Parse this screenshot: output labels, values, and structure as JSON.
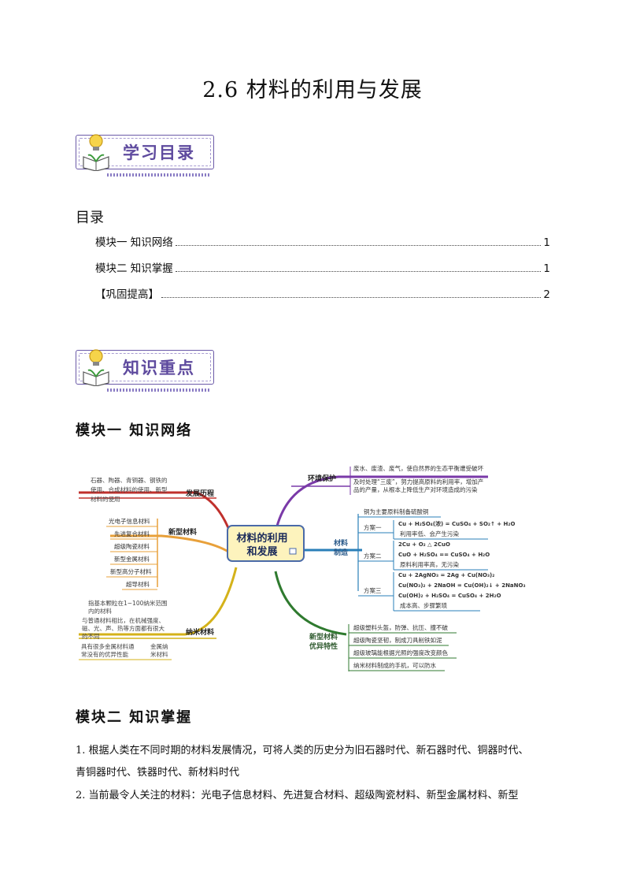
{
  "title": "2.6  材料的利用与发展",
  "banner_toc": "学习目录",
  "toc": {
    "heading": "目录",
    "items": [
      {
        "label": "模块一  知识网络",
        "page": "1"
      },
      {
        "label": "模块二  知识掌握",
        "page": "1"
      },
      {
        "label": "【巩固提高】",
        "page": "2"
      }
    ]
  },
  "banner_key": "知识重点",
  "module1": "模块一  知识网络",
  "mindmap": {
    "center": [
      "材料的利用",
      "和发展"
    ],
    "history": {
      "label": "发展历程",
      "text": [
        "石器、陶器、青铜器、钢铁的",
        "使用、合成材料的使用、新型",
        "材料的使用"
      ]
    },
    "new_materials": {
      "label": "新型材料",
      "items": [
        "光电子信息材料",
        "先进复合材料",
        "超级陶瓷材料",
        "新型金属材料",
        "新型高分子材料",
        "超导材料"
      ]
    },
    "nano": {
      "label": "纳米材料",
      "def": [
        "指基本颗粒在1~100纳米范围",
        "内的材料"
      ],
      "compare": [
        "与普通材料相比，在机械强度、",
        "磁、光、声、热等方面都有很大",
        "的不同"
      ],
      "metal_text": [
        "具有很多金属材料通",
        "常没有的优异性能"
      ],
      "metal_label": [
        "金属纳",
        "米材料"
      ]
    },
    "env": {
      "label": "环境保护",
      "items": [
        "废水、废渣、废气，使自然界的生态平衡遭受破坏",
        "及时处理“三废”，努力提高原料的利用率，增加产",
        "品的产量，从根本上降低生产对环境造成的污染"
      ]
    },
    "make": {
      "label": [
        "材料",
        "制造"
      ],
      "top": "铜为主要原料制备硫酸铜",
      "plans": [
        {
          "name": "方案一",
          "eqs": [
            "Cu + H₂SO₄(浓) = CuSO₄ + SO₂↑ + H₂O"
          ],
          "note": "利用率低、会产生污染"
        },
        {
          "name": "方案二",
          "eqs": [
            "2Cu + O₂ △ 2CuO",
            "CuO + H₂SO₄ == CuSO₄ + H₂O"
          ],
          "note": "原料利用率高，无污染"
        },
        {
          "name": "方案三",
          "eqs": [
            "Cu + 2AgNO₃ = 2Ag + Cu(NO₃)₂",
            "Cu(NO₃)₂ + 2NaOH = Cu(OH)₂↓ + 2NaNO₃",
            "Cu(OH)₂ + H₂SO₄ = CuSO₄ + 2H₂O"
          ],
          "note": "成本高、步骤繁琐"
        }
      ]
    },
    "excel": {
      "label": [
        "新型材料",
        "优异特性"
      ],
      "items": [
        "超级塑料头盔，防弹、抗压、撞不破",
        "超级陶瓷坚韧，制成刀具削铁如泥",
        "超级玻璃能根据光照的强度改变颜色",
        "纳米材料制成的手机，可以防水"
      ]
    }
  },
  "module2": "模块二  知识掌握",
  "paragraphs": [
    "1. 根据人类在不同时期的材料发展情况，可将人类的历史分为旧石器时代、新石器时代、铜器时代、",
    "青铜器时代、铁器时代、新材料时代",
    "2. 当前最令人关注的材料：光电子信息材料、先进复合材料、超级陶瓷材料、新型金属材料、新型"
  ]
}
